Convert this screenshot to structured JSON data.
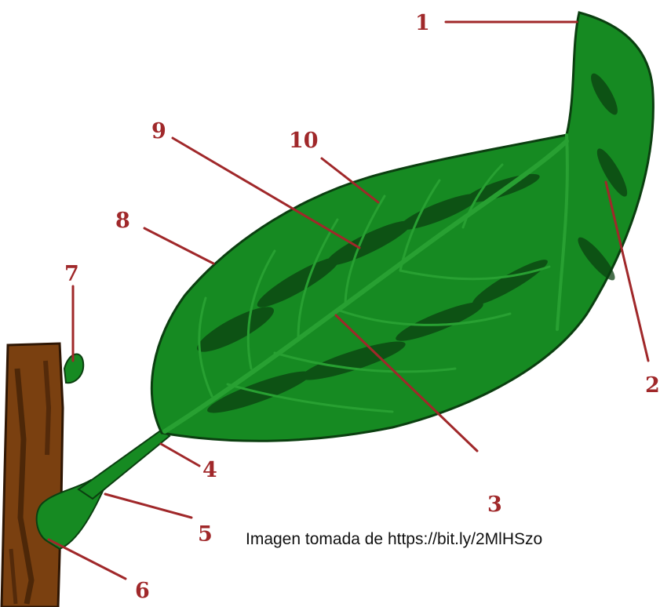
{
  "diagram": {
    "labels": [
      "1",
      "2",
      "3",
      "4",
      "5",
      "6",
      "7",
      "8",
      "9",
      "10"
    ],
    "colors": {
      "leaf": "#168a22",
      "leaf_dark": "#0b3f10",
      "vein": "#28a032",
      "stem": "#7a4010",
      "stem_dark": "#3b1d06",
      "label_line": "#a0282a"
    }
  },
  "credit": "Imagen tomada de https://bit.ly/2MlHSzo"
}
